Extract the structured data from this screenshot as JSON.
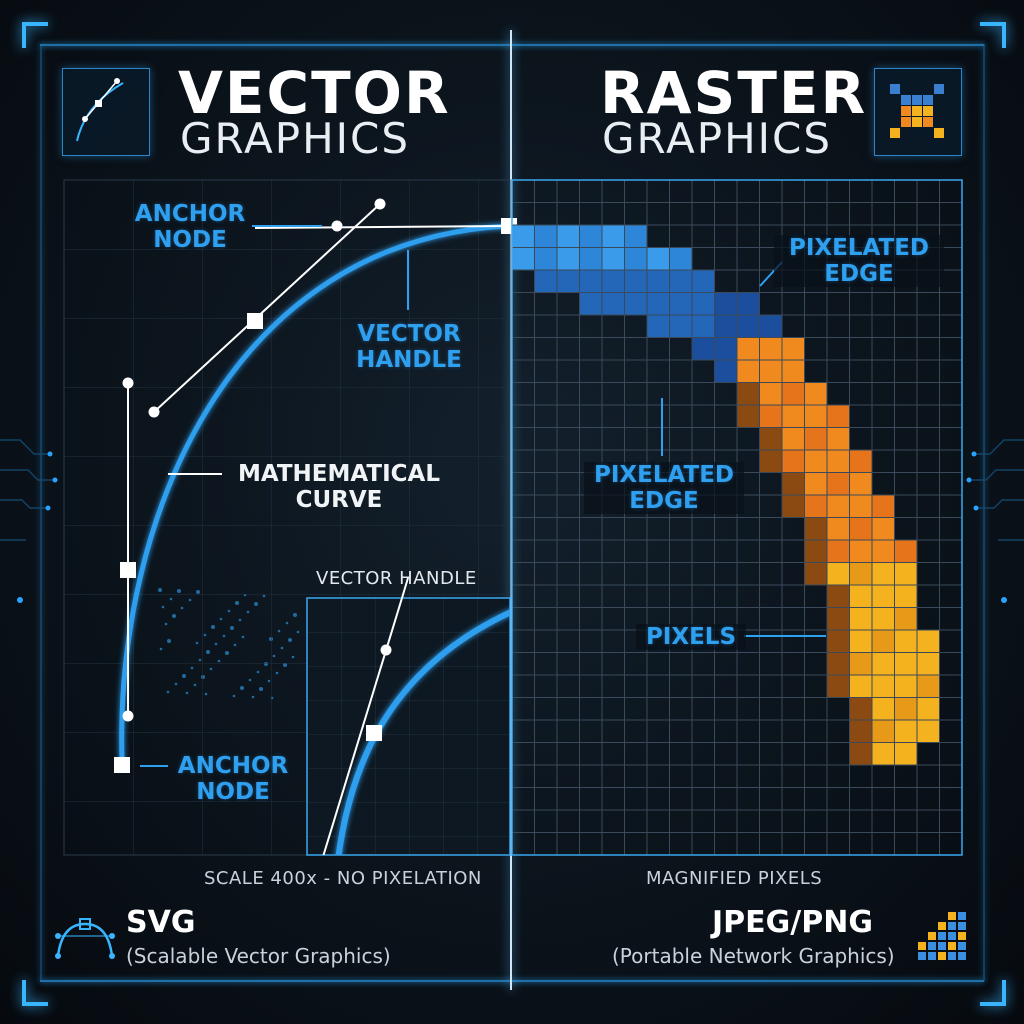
{
  "vector": {
    "title": "VECTOR",
    "subtitle": "GRAPHICS",
    "labels": {
      "anchor_top": "ANCHOR\nNODE",
      "vector_handle": "VECTOR\nHANDLE",
      "math_curve": "MATHEMATICAL\nCURVE",
      "inset_handle": "VECTOR HANDLE",
      "anchor_bottom": "ANCHOR\nNODE"
    },
    "caption": "SCALE 400x - NO PIXELATION",
    "format_name": "SVG",
    "format_desc": "(Scalable Vector Graphics)",
    "icon_name": "bezier-pen-icon"
  },
  "raster": {
    "title": "RASTER",
    "subtitle": "GRAPHICS",
    "labels": {
      "edge_top": "PIXELATED\nEDGE",
      "edge_middle": "PIXELATED\nEDGE",
      "pixels": "PIXELS"
    },
    "caption": "MAGNIFIED PIXELS",
    "format_name": "JPEG/PNG",
    "format_desc": "(Portable Network Graphics)",
    "icon_name": "pixel-grid-icon"
  },
  "colors": {
    "curve_blue": "#2f9fef",
    "accent_blue": "#39b4ff",
    "pixel_blue_light": "#3a9bea",
    "pixel_blue_dark": "#1b4e9c",
    "pixel_orange": "#f08a1e",
    "pixel_yellow": "#f5b21f",
    "background": "#0b131b"
  }
}
